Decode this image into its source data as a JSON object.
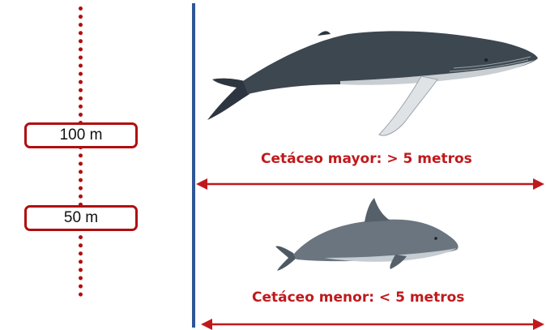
{
  "scale": {
    "marker_100": "100 m",
    "marker_50": "50 m"
  },
  "categories": {
    "large": {
      "label": "Cetáceo mayor: > 5 metros",
      "image": "humpback-whale"
    },
    "small": {
      "label": "Cetáceo menor: < 5 metros",
      "image": "dolphin"
    }
  },
  "colors": {
    "accent_red": "#c0191c",
    "scale_red": "#b00f0f",
    "divider_blue": "#2e5597"
  }
}
